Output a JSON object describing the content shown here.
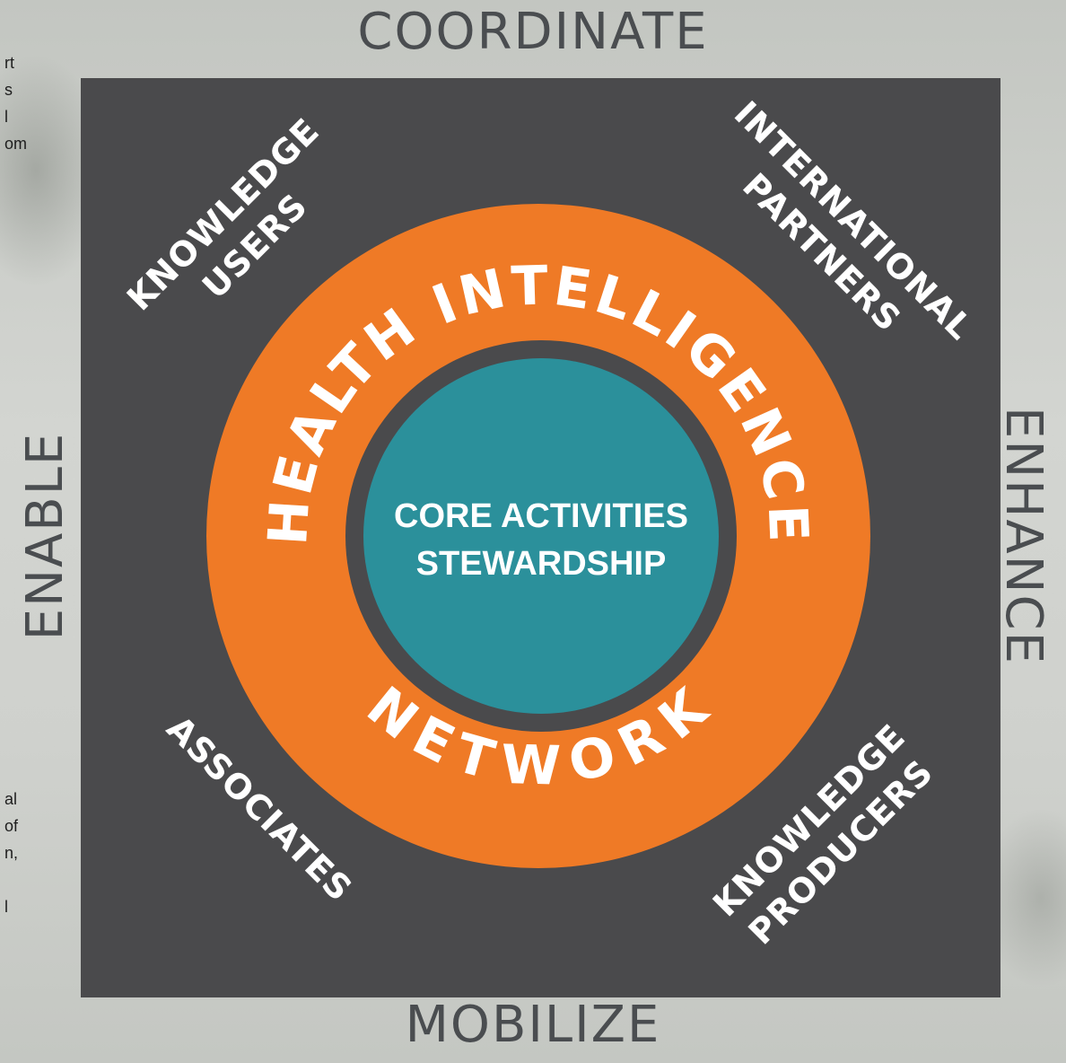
{
  "sides": {
    "top": "COORDINATE",
    "bottom": "MOBILIZE",
    "left": "ENABLE",
    "right": "ENHANCE"
  },
  "ring": {
    "top": "HEALTH INTELLIGENCE",
    "bottom": "NETWORK"
  },
  "center": {
    "line1": "CORE ACTIVITIES",
    "line2": "STEWARDSHIP"
  },
  "corners": {
    "top_left": {
      "line1": "KNOWLEDGE",
      "line2": "USERS"
    },
    "top_right": {
      "line1": "INTERNATIONAL",
      "line2": "PARTNERS"
    },
    "bottom_left": {
      "line1": "ASSOCIATES"
    },
    "bottom_right": {
      "line1": "KNOWLEDGE",
      "line2": "PRODUCERS"
    }
  },
  "background_text": {
    "upper_left": [
      "rt",
      "s",
      "l",
      "om"
    ],
    "lower_left": [
      "al",
      "of",
      "n,",
      "",
      "l"
    ]
  },
  "colors": {
    "square": "#4a4a4c",
    "ring": "#ef7a26",
    "center": "#2b909b",
    "label": "#4a4d50",
    "white": "#ffffff"
  }
}
